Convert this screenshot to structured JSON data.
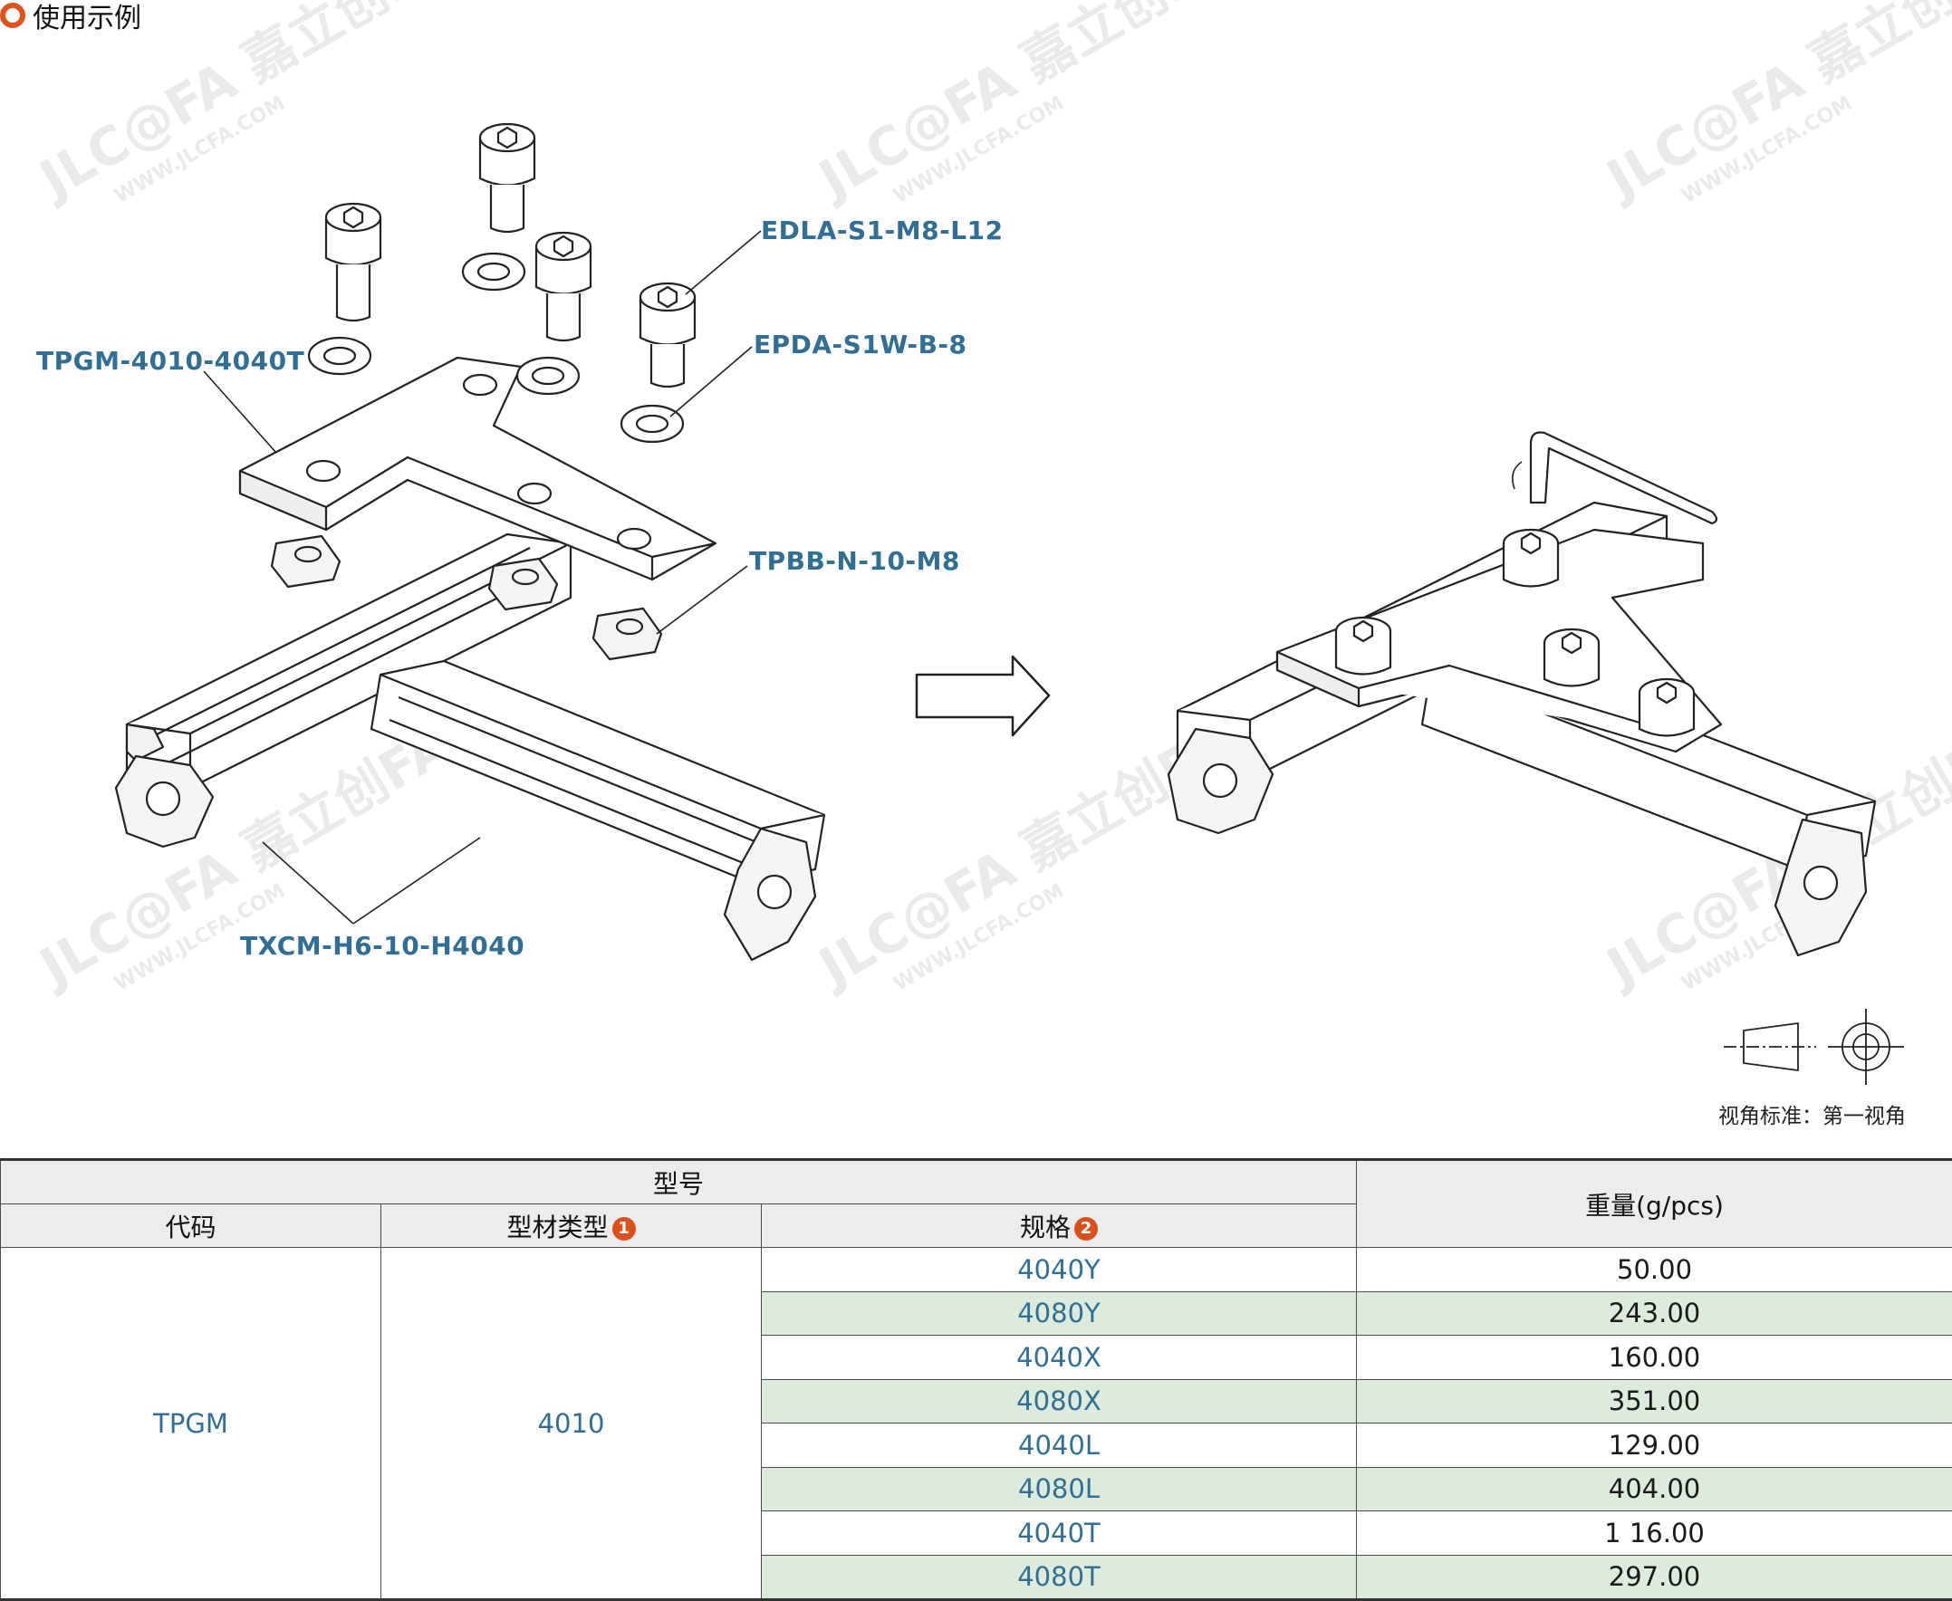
{
  "section": {
    "title": "使用示例"
  },
  "watermark": {
    "brand": "JLC@FA 嘉立创FA",
    "url": "WWW.JLCFA.COM"
  },
  "callouts": {
    "bolt": "EDLA-S1-M8-L12",
    "washer": "EPDA-S1W-B-8",
    "plate": "TPGM-4010-4040T",
    "nut": "TPBB-N-10-M8",
    "profile": "TXCM-H6-10-H4040"
  },
  "view_standard": "视角标准：第一视角",
  "colors": {
    "accent": "#e0541c",
    "label_blue": "#2f6f95",
    "row_highlight": "#dcebdc"
  },
  "table": {
    "header": {
      "model_group": "型号",
      "code": "代码",
      "profile_type": "型材类型",
      "profile_type_badge": "1",
      "spec": "规格",
      "spec_badge": "2",
      "weight": "重量(g/pcs)"
    },
    "code_value": "TPGM",
    "profile_type_value": "4010",
    "rows": [
      {
        "spec": "4040Y",
        "weight": "50.00"
      },
      {
        "spec": "4080Y",
        "weight": "243.00"
      },
      {
        "spec": "4040X",
        "weight": "160.00"
      },
      {
        "spec": "4080X",
        "weight": "351.00"
      },
      {
        "spec": "4040L",
        "weight": "129.00"
      },
      {
        "spec": "4080L",
        "weight": "404.00"
      },
      {
        "spec": "4040T",
        "weight": "1 16.00"
      },
      {
        "spec": "4080T",
        "weight": "297.00"
      }
    ]
  }
}
